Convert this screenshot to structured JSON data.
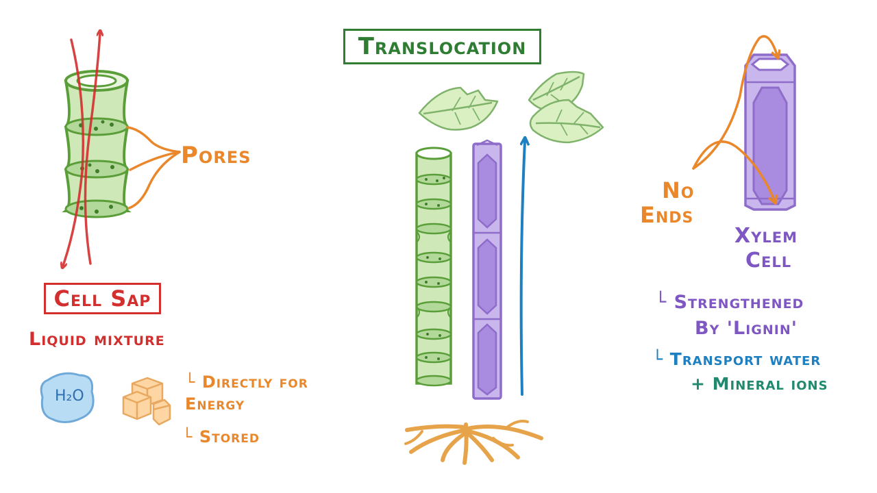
{
  "title": "Translocation",
  "phloem": {
    "pores_label": "Pores",
    "cell_sap_label": "Cell Sap",
    "liquid_mixture": "Liquid mixture",
    "water_label": "H₂O",
    "sugar_uses": [
      "Directly for",
      "Energy",
      "Stored"
    ]
  },
  "xylem": {
    "no_ends_label": [
      "No",
      "Ends"
    ],
    "cell_label": [
      "Xylem",
      "Cell"
    ],
    "facts": [
      "Strengthened",
      "By 'Lignin'",
      "Transport water",
      "+ Mineral ions"
    ]
  },
  "colors": {
    "phloem_green": "#5a9e3a",
    "phloem_fill": "#cfe8b8",
    "xylem_purple": "#8e6cc9",
    "xylem_fill": "#c9b6ec",
    "sap_red": "#d32f2f",
    "pores_orange": "#e9872a",
    "water_blue": "#1e7fc1",
    "mineral_teal": "#1f8a70",
    "leaf_green": "#daf0c2",
    "root_orange": "#e6a34a"
  },
  "icons": [
    "phloem-tube-icon",
    "xylem-tube-icon",
    "leaf-icon",
    "root-icon",
    "water-droplet-icon",
    "sugar-cubes-icon",
    "arrow-icon"
  ]
}
